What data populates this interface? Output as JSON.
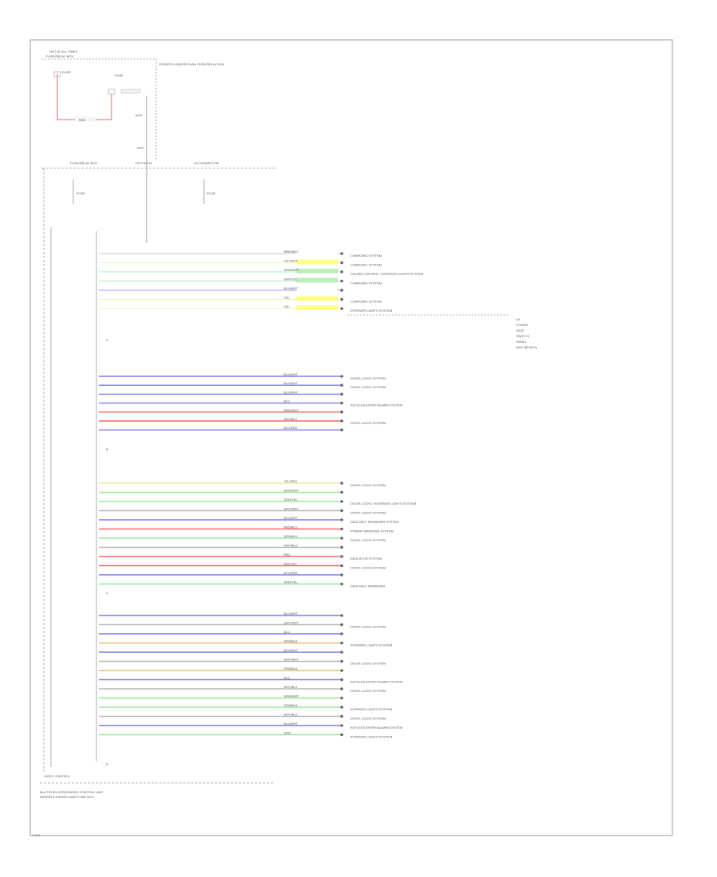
{
  "diagram": {
    "top_labels": {
      "hot_at_all_times": "HOT AT ALL TIMES",
      "fuse_box_a": "FUSE/RELAY BOX",
      "fuse_box_b": "FUSE/RELAY BOX",
      "fuse_a": "FUSE",
      "fuse_b": "FUSE",
      "fuse_c": "FUSE",
      "fuse_d": "FUSE",
      "module_label": "DRIVER'S UNDER-DASH FUSE/RELAY BOX",
      "wire_red": "RED",
      "wire_wht_a": "WHT",
      "wire_wht_b": "WHT",
      "right_note": "IN CONNECTOR",
      "hot_in_on": "HOT IN ON"
    },
    "group_labels": [
      "A",
      "B",
      "C",
      "D"
    ],
    "far_right_note": [
      "LH",
      "POWER",
      "SEAT",
      "SWITCH",
      "PANEL",
      "(W/O BENCH)"
    ],
    "bottom_labels": {
      "box_label": "BODY CONTROL",
      "sub1": "MULTIPLEX INTEGRATED CONTROL UNIT",
      "sub2": "DRIVER'S UNDER-DASH FUSE BOX",
      "footer": "1 of 2"
    },
    "rows": [
      {
        "group": 0,
        "wire": "BRN/WHT",
        "dest": "CHARGING SYSTEM"
      },
      {
        "group": 0,
        "wire": "YEL/WHT",
        "dest": "CHARGING SYSTEM"
      },
      {
        "group": 0,
        "wire": "GRN/WHT",
        "dest": "CRUISE CONTROL / INTERIOR LIGHTS SYSTEM"
      },
      {
        "group": 0,
        "wire": "GRN/YEL",
        "dest": "CHARGING SYSTEM"
      },
      {
        "group": 0,
        "wire": "BLU/WHT",
        "dest": ""
      },
      {
        "group": 0,
        "wire": "YEL",
        "dest": "CHARGING SYSTEM"
      },
      {
        "group": 0,
        "wire": "YEL",
        "dest": "INTERIOR LIGHTS SYSTEM"
      },
      {
        "group": 1,
        "wire": "BLU/WHT",
        "dest": "DOOR LOCKS SYSTEM"
      },
      {
        "group": 1,
        "wire": "BLU/WHT",
        "dest": "DOOR LOCKS SYSTEM"
      },
      {
        "group": 1,
        "wire": "BLU/WHT",
        "dest": ""
      },
      {
        "group": 1,
        "wire": "BLU",
        "dest": "KEYLESS ENTRY/ALARM SYSTEM"
      },
      {
        "group": 1,
        "wire": "RED/WHT",
        "dest": ""
      },
      {
        "group": 1,
        "wire": "RED/BLK",
        "dest": "DOOR LOCKS SYSTEM"
      },
      {
        "group": 1,
        "wire": "BLU/RED",
        "dest": ""
      },
      {
        "group": 2,
        "wire": "YEL/RED",
        "dest": "DOOR LOCKS SYSTEM"
      },
      {
        "group": 2,
        "wire": "GRN/WHT",
        "dest": ""
      },
      {
        "group": 2,
        "wire": "GRN/YEL",
        "dest": "DOOR LOCKS / INTERIOR LIGHTS SYSTEM"
      },
      {
        "group": 2,
        "wire": "GRY/WHT",
        "dest": "DOOR LOCKS SYSTEM"
      },
      {
        "group": 2,
        "wire": "BLU/WHT",
        "dest": "SEAT BELT REMINDER SYSTEM"
      },
      {
        "group": 2,
        "wire": "RED/BLU",
        "dest": "POWER WINDOWS SYSTEM"
      },
      {
        "group": 2,
        "wire": "GRN/BLU",
        "dest": "DOOR LOCKS SYSTEM"
      },
      {
        "group": 2,
        "wire": "GRY/BLU",
        "dest": ""
      },
      {
        "group": 2,
        "wire": "RED",
        "dest": "INDICATOR SYSTEM"
      },
      {
        "group": 2,
        "wire": "RED/YEL",
        "dest": "DOOR LOCKS SYSTEM"
      },
      {
        "group": 2,
        "wire": "BLU/RED",
        "dest": ""
      },
      {
        "group": 2,
        "wire": "GRN/YEL",
        "dest": "SEAT BELT REMINDER"
      },
      {
        "group": 3,
        "wire": "BLU/WHT",
        "dest": ""
      },
      {
        "group": 3,
        "wire": "GRY/WHT",
        "dest": "DOOR LOCKS SYSTEM"
      },
      {
        "group": 3,
        "wire": "BLU",
        "dest": ""
      },
      {
        "group": 3,
        "wire": "ORN/BLK",
        "dest": "INTERIOR LIGHTS SYSTEM"
      },
      {
        "group": 3,
        "wire": "BLU/WHT",
        "dest": ""
      },
      {
        "group": 3,
        "wire": "GRY/WHT",
        "dest": "DOOR LOCKS SYSTEM"
      },
      {
        "group": 3,
        "wire": "ORN/BLK",
        "dest": ""
      },
      {
        "group": 3,
        "wire": "BLU",
        "dest": "KEYLESS ENTRY/ALARM SYSTEM"
      },
      {
        "group": 3,
        "wire": "GRY/BLK",
        "dest": "DOOR LOCKS SYSTEM"
      },
      {
        "group": 3,
        "wire": "GRN/WHT",
        "dest": ""
      },
      {
        "group": 3,
        "wire": "GRN/BLK",
        "dest": "INTERIOR LIGHTS SYSTEM"
      },
      {
        "group": 3,
        "wire": "GRY/BLK",
        "dest": "DOOR LOCKS SYSTEM"
      },
      {
        "group": 3,
        "wire": "BLU/WHT",
        "dest": "KEYLESS ENTRY/ALARM SYSTEM"
      },
      {
        "group": 3,
        "wire": "GRN",
        "dest": "INTERIOR LIGHTS SYSTEM"
      }
    ],
    "colors": {
      "frame": "#9a9a9a",
      "wire_default": "#b8b8b8",
      "blue": "#7c7cf0",
      "red": "#ee6a6a",
      "yellow": "#eded9a",
      "green": "#98e898",
      "orange": "#e0c070",
      "purple": "#c08ad8",
      "highlight_yellow": "#ffff88",
      "highlight_green": "#bbf0bb"
    }
  }
}
